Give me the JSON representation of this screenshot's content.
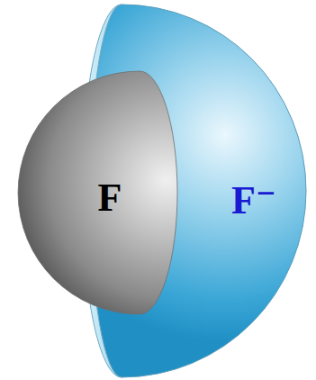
{
  "diagram": {
    "nodes": [
      {
        "text": [
          "F⁻"
        ]
      },
      {
        "text": [
          "F"
        ],
        "in": 0
      }
    ]
  }
}
